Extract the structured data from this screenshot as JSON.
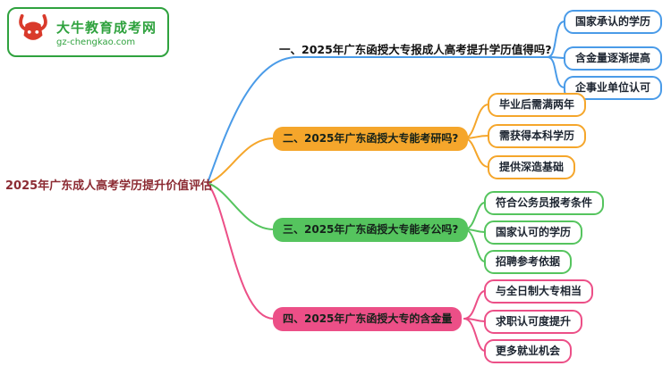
{
  "logo": {
    "title": "大牛教育成考网",
    "domain": "gz-chengkao.com"
  },
  "root": {
    "label": "2025年广东成人高考学历提升价值评估"
  },
  "colors": {
    "blue": "#4A9BE8",
    "orange": "#F5A62B",
    "green": "#55C45E",
    "pink": "#EC4F87",
    "root_text": "#8C2B33",
    "logo_green": "#2FA23E",
    "logo_red": "#D93A2B"
  },
  "branches": [
    {
      "label": "一、2025年广东函授大专报成人高考提升学历值得吗?",
      "color": "#4A9BE8",
      "children": [
        {
          "label": "国家承认的学历"
        },
        {
          "label": "含金量逐渐提高"
        },
        {
          "label": "企事业单位认可"
        }
      ]
    },
    {
      "label": "二、2025年广东函授大专能考研吗?",
      "color": "#F5A62B",
      "children": [
        {
          "label": "毕业后需满两年"
        },
        {
          "label": "需获得本科学历"
        },
        {
          "label": "提供深造基础"
        }
      ]
    },
    {
      "label": "三、2025年广东函授大专能考公吗?",
      "color": "#55C45E",
      "children": [
        {
          "label": "符合公务员报考条件"
        },
        {
          "label": "国家认可的学历"
        },
        {
          "label": "招聘参考依据"
        }
      ]
    },
    {
      "label": "四、2025年广东函授大专的含金量",
      "color": "#EC4F87",
      "children": [
        {
          "label": "与全日制大专相当"
        },
        {
          "label": "求职认可度提升"
        },
        {
          "label": "更多就业机会"
        }
      ]
    }
  ]
}
